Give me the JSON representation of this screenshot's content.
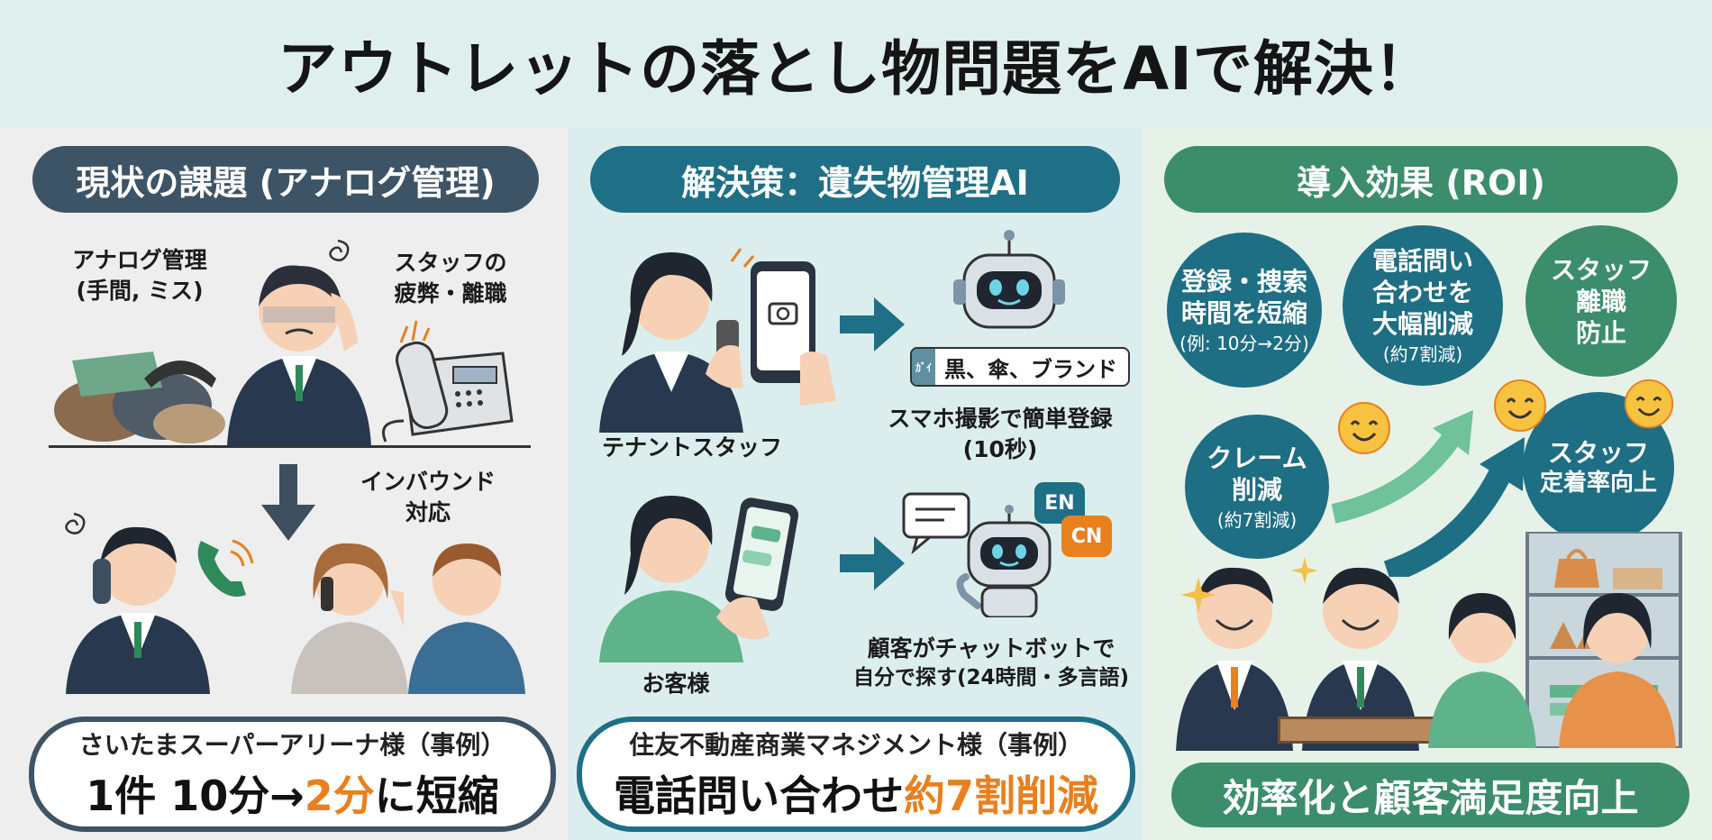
{
  "title": "アウトレットの落とし物問題をAIで解決！",
  "panels": {
    "issues": {
      "heading": "現状の課題 (アナログ管理)",
      "analog_label_1": "アナログ管理",
      "analog_label_2": "(手間, ミス)",
      "staff_label_1": "スタッフの",
      "staff_label_2": "疲弊・離職",
      "inbound_label_1": "インバウンド",
      "inbound_label_2": "対応",
      "case_sub": "さいたまスーパーアリーナ様（事例）",
      "case_prefix": "1件 10分→",
      "case_highlight": "2分",
      "case_suffix": "に短縮"
    },
    "solution": {
      "heading": "解決策：遺失物管理AI",
      "tenant_label": "テナントスタッフ",
      "tag_key": "ｶﾞｲ",
      "tag_text": "黒、傘、ブランド",
      "register_label_1": "スマホ撮影で簡単登録",
      "register_label_2": "(10秒)",
      "customer_label": "お客様",
      "lang_1": "EN",
      "lang_2": "CN",
      "chat_label_1": "顧客がチャットボットで",
      "chat_label_2": "自分で探す(24時間・多言語)",
      "case_sub": "住友不動産商業マネジメント様（事例）",
      "case_prefix": "電話問い合わせ",
      "case_highlight": "約7割削減"
    },
    "roi": {
      "heading": "導入効果 (ROI)",
      "c1_l1": "登録・捜索",
      "c1_l2": "時間を短縮",
      "c1_s": "(例: 10分→2分)",
      "c2_l1": "電話問い",
      "c2_l2": "合わせを",
      "c2_l3": "大幅削減",
      "c2_s": "(約7割減)",
      "c3_l1": "スタッフ",
      "c3_l2": "離職",
      "c3_l3": "防止",
      "c4_l1": "クレーム",
      "c4_l2": "削減",
      "c4_s": "(約7割減)",
      "c5_l1": "スタッフ",
      "c5_l2": "定着率向上",
      "footer": "効率化と顧客満足度向上"
    }
  },
  "colors": {
    "panel1_pill": "#3d5366",
    "panel2_pill": "#1f6f86",
    "panel3_pill": "#3b8d6c",
    "highlight": "#e8801e",
    "circle_teal": "#1e6e84",
    "circle_green": "#3b8d6c"
  }
}
